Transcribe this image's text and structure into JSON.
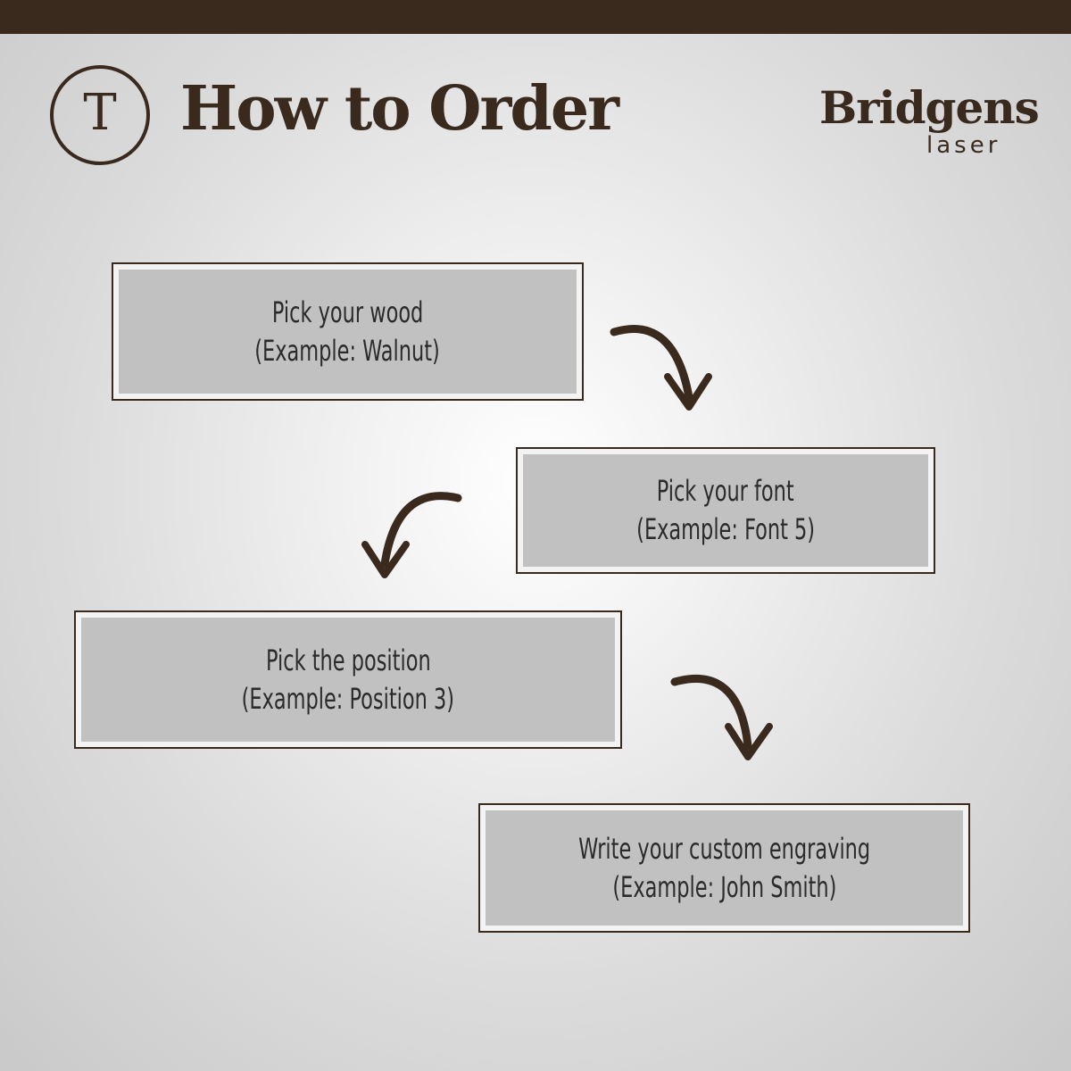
{
  "header": {
    "badge_letter": "T",
    "title": "How to Order"
  },
  "brand": {
    "name": "Bridgens",
    "sub": "laser"
  },
  "colors": {
    "brown": "#3a2a1e",
    "box_fill": "#c1c1c1"
  },
  "steps": [
    {
      "title": "Pick your wood",
      "example": "(Example: Walnut)"
    },
    {
      "title": "Pick your font",
      "example": "(Example: Font 5)"
    },
    {
      "title": "Pick the position",
      "example": "(Example: Position 3)"
    },
    {
      "title": "Write your custom engraving",
      "example": "(Example: John Smith)"
    }
  ]
}
